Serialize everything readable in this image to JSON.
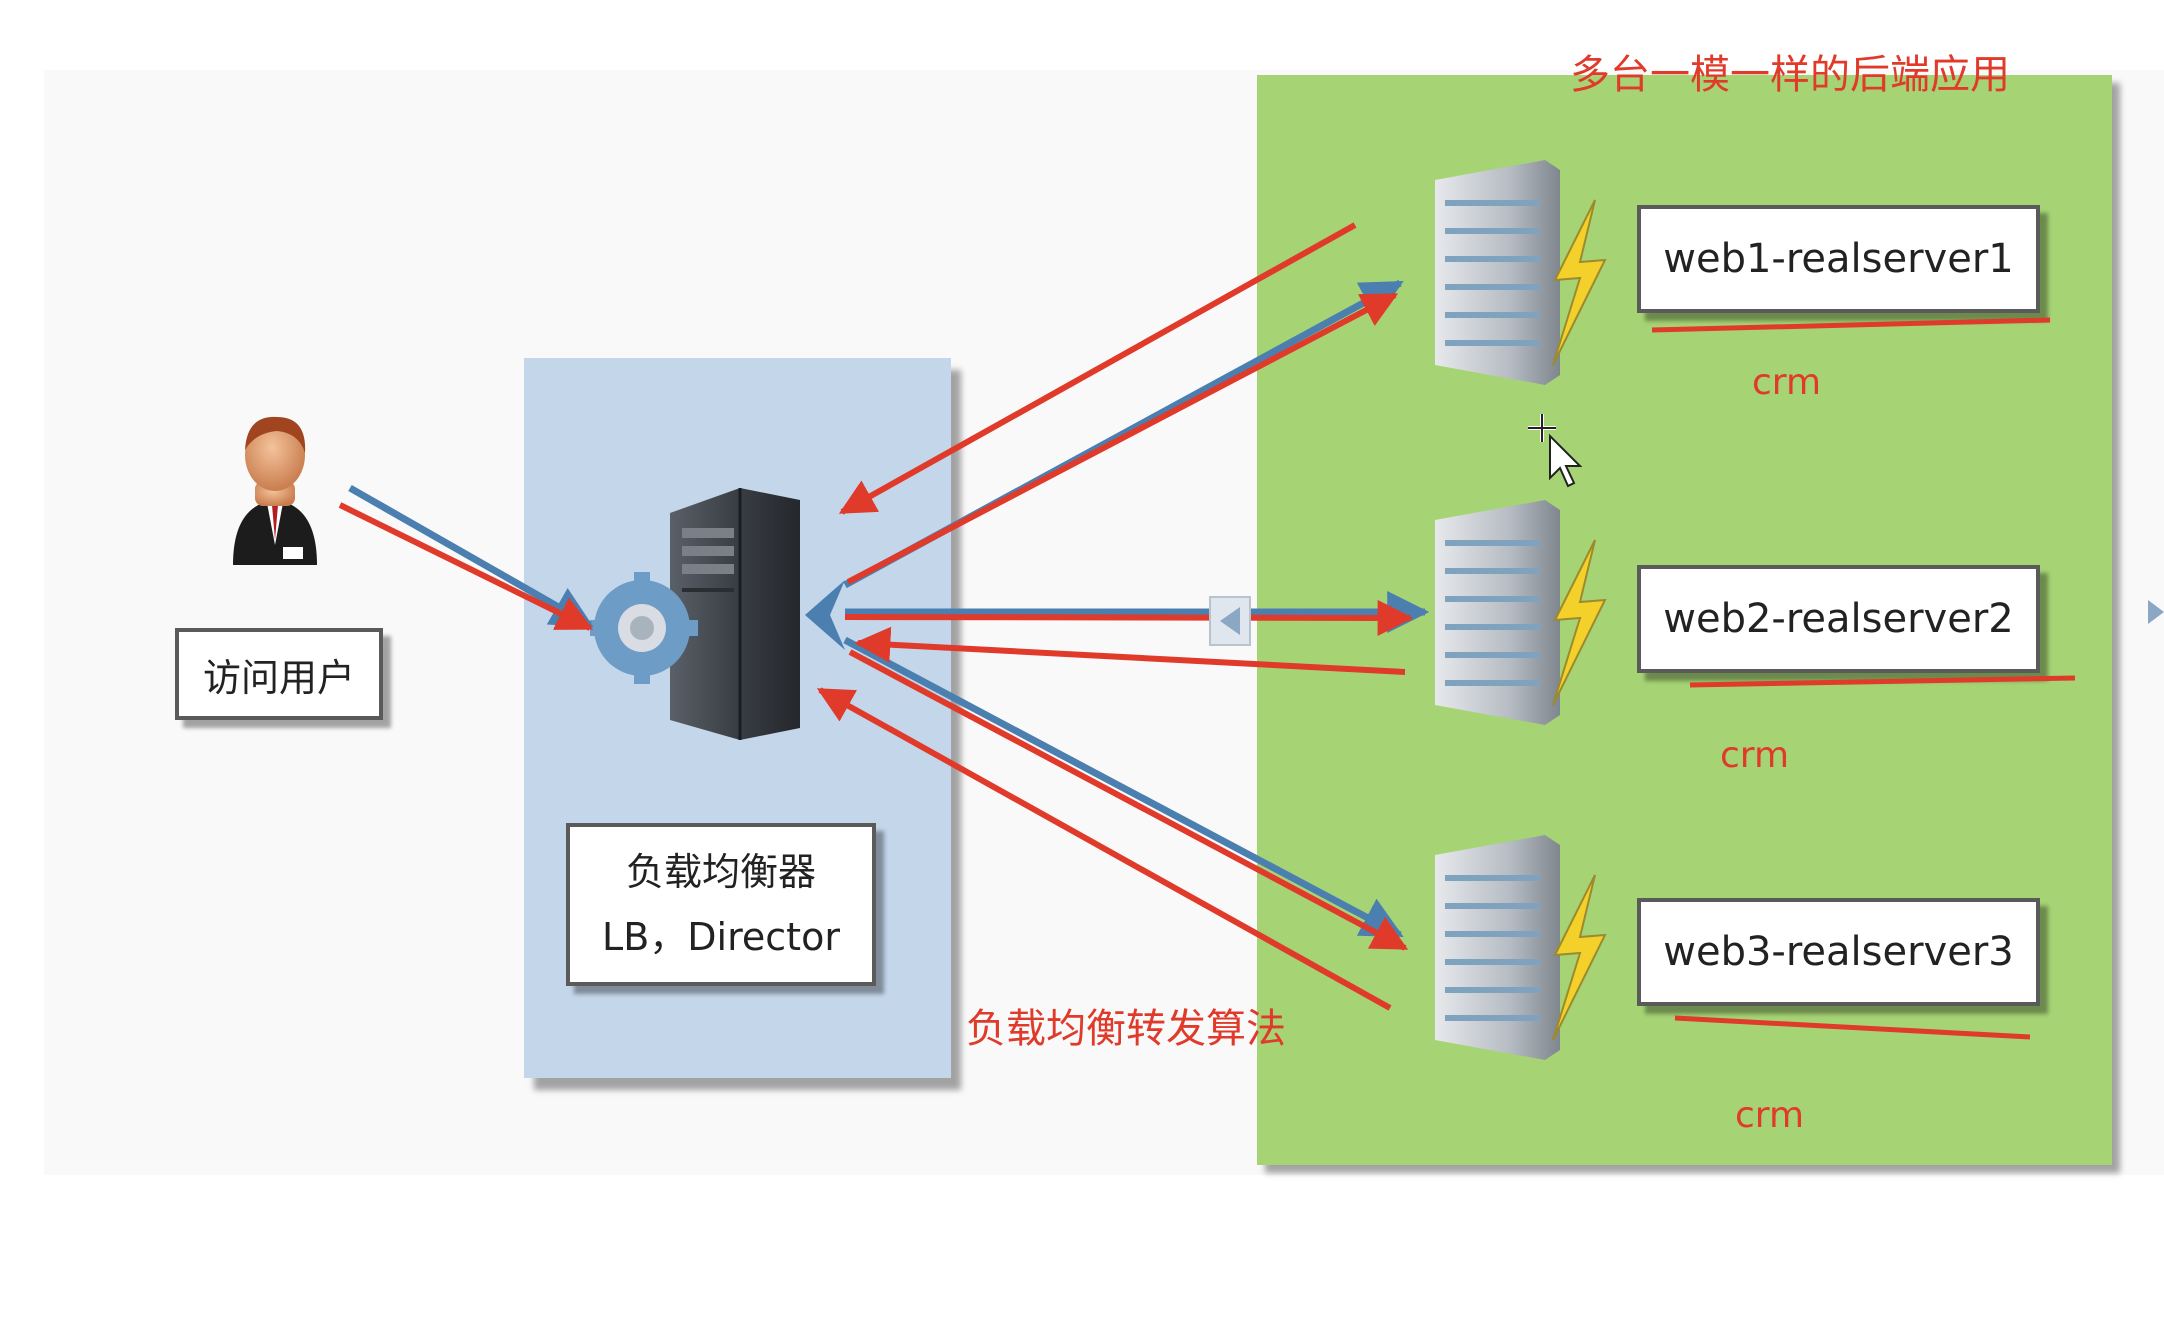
{
  "title": "多台一模一样的后端应用",
  "user": {
    "label": "访问用户"
  },
  "load_balancer": {
    "line1": "负载均衡器",
    "line2": "LB，Director"
  },
  "algorithm_label": "负载均衡转发算法",
  "servers": [
    {
      "name": "web1-realserver1",
      "app": "crm"
    },
    {
      "name": "web2-realserver2",
      "app": "crm"
    },
    {
      "name": "web3-realserver3",
      "app": "crm"
    }
  ],
  "colors": {
    "red_annotation": "#e03a2a",
    "blue_arrow": "#4a7fb0",
    "lb_panel": "#c3d6ea",
    "backend_panel": "#a6d475"
  }
}
